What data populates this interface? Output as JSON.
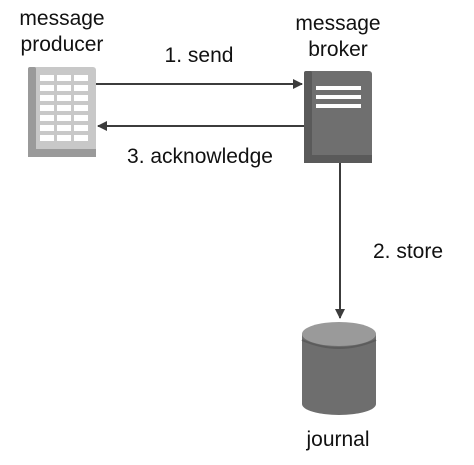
{
  "nodes": {
    "producer": {
      "line1": "message",
      "line2": "producer",
      "icon": "server-rack-icon"
    },
    "broker": {
      "line1": "message",
      "line2": "broker",
      "icon": "server-document-icon"
    },
    "journal": {
      "label": "journal",
      "icon": "database-cylinder-icon"
    }
  },
  "edges": {
    "send": "1. send",
    "acknowledge": "3. acknowledge",
    "store": "2. store"
  },
  "colors": {
    "producer_fill": "#c8c8c8",
    "producer_stripe": "#9a9a9a",
    "producer_cell": "#ffffff",
    "broker_fill": "#6f6f6f",
    "broker_edge": "#5a5a5a",
    "broker_lines": "#ffffff",
    "journal_body": "#6e6e6e",
    "journal_top": "#9a9a9a",
    "arrow": "#3c3c3c",
    "text": "#111111"
  }
}
